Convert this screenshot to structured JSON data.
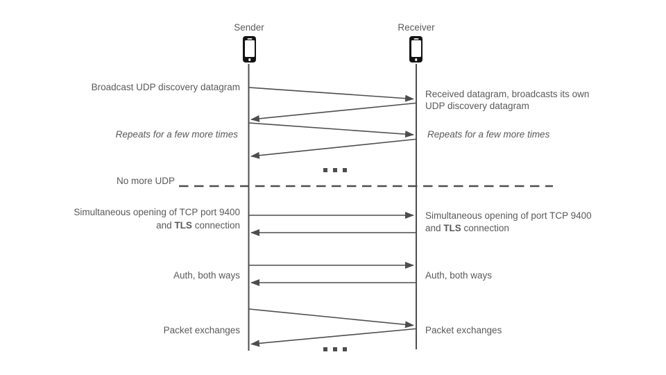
{
  "diagram": {
    "type": "sequence-diagram",
    "colors": {
      "text": "#595959",
      "line": "#4d4d4d",
      "phone_body": "#141414"
    },
    "actors": {
      "sender": "Sender",
      "receiver": "Receiver"
    },
    "left_labels": {
      "broadcast": "Broadcast UDP discovery datagram",
      "repeats": "Repeats for a few more times",
      "no_more_udp": "No more UDP",
      "tcp_line1": "Simultaneous opening of TCP port 9400",
      "tcp_line2_pre": "and ",
      "tcp_line2_bold": "TLS",
      "tcp_line2_post": " connection",
      "auth": "Auth, both ways",
      "packets": "Packet exchanges"
    },
    "right_labels": {
      "received_line1": "Received datagram, broadcasts its own",
      "received_line2": "UDP discovery datagram",
      "repeats": "Repeats for a few more times",
      "tcp_line1": "Simultaneous opening of port TCP 9400",
      "tcp_line2_pre": "and ",
      "tcp_line2_bold": "TLS",
      "tcp_line2_post": " connection",
      "auth": "Auth, both ways",
      "packets": "Packet exchanges"
    },
    "ellipsis": "..."
  }
}
